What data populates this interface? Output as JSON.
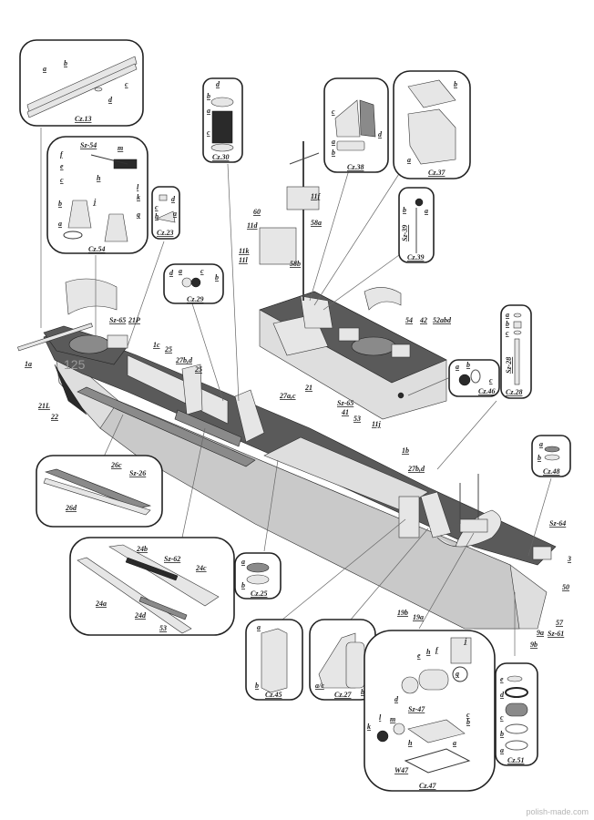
{
  "drawing": {
    "title": "Landing craft 125 - exploded assembly diagram",
    "hull_number": "125",
    "watermark": "polish-made.com",
    "callouts": {
      "1a": "1a",
      "1b": "1b",
      "1c": "1c",
      "3": "3",
      "9a": "9a",
      "9b": "9b",
      "11d": "11d",
      "11f": "11f",
      "11k": "11k",
      "11l": "11l",
      "11j": "11j",
      "19a": "19a",
      "19b": "19b",
      "21": "21",
      "21L": "21L",
      "21P": "21P",
      "22": "22",
      "25a": "25",
      "25b": "25",
      "27b_d_1": "27b,d",
      "27a_c": "27a,c",
      "27b_d_2": "27b,d",
      "41": "41",
      "42": "42",
      "50": "50",
      "52abd": "52abd",
      "53a": "53",
      "54": "54",
      "57": "57",
      "58a": "58a",
      "58b": "58b",
      "60": "60",
      "sz65a": "Sz-65",
      "sz65b": "Sz-65",
      "sz64": "Sz-64",
      "sz61": "Sz-61"
    },
    "insets": [
      {
        "id": "cz13",
        "caption": "Cz.13",
        "parts": [
          "a",
          "b",
          "c",
          "d"
        ]
      },
      {
        "id": "cz54",
        "caption": "Cz.54",
        "parts": [
          "Sz-54",
          "m",
          "f",
          "e",
          "c",
          "h",
          "j",
          "b",
          "a",
          "l",
          "k",
          "g"
        ]
      },
      {
        "id": "cz23",
        "caption": "Cz.23",
        "parts": [
          "d",
          "c",
          "b",
          "a"
        ]
      },
      {
        "id": "cz30",
        "caption": "Cz.30",
        "parts": [
          "d",
          "b",
          "a",
          "c"
        ]
      },
      {
        "id": "cz29",
        "caption": "Cz.29",
        "parts": [
          "d",
          "a",
          "c",
          "b"
        ]
      },
      {
        "id": "cz38",
        "caption": "Cz.38",
        "parts": [
          "c",
          "d",
          "a",
          "b"
        ]
      },
      {
        "id": "cz37",
        "caption": "Cz.37",
        "parts": [
          "b",
          "a"
        ]
      },
      {
        "id": "cz39",
        "caption": "Cz.39",
        "parts": [
          "b",
          "a",
          "Sz-39"
        ]
      },
      {
        "id": "cz46",
        "caption": "Cz.46",
        "parts": [
          "a",
          "b",
          "c"
        ]
      },
      {
        "id": "cz28",
        "caption": "Cz.28",
        "parts": [
          "a",
          "b",
          "c",
          "Sz-28"
        ]
      },
      {
        "id": "cz48",
        "caption": "Cz.48",
        "parts": [
          "a",
          "b"
        ]
      },
      {
        "id": "cz26",
        "caption": "",
        "parts": [
          "26c",
          "Sz-26",
          "26d"
        ]
      },
      {
        "id": "cz24",
        "caption": "",
        "parts": [
          "24b",
          "Sz-62",
          "24c",
          "24a",
          "24d",
          "53"
        ]
      },
      {
        "id": "cz25",
        "caption": "Cz.25",
        "parts": [
          "a",
          "b"
        ]
      },
      {
        "id": "cz45",
        "caption": "Cz.45",
        "parts": [
          "a",
          "b"
        ]
      },
      {
        "id": "cz27",
        "caption": "Cz.27",
        "parts": [
          "a/c",
          "b/d"
        ]
      },
      {
        "id": "cz47",
        "caption": "Cz.47",
        "parts": [
          "j",
          "e",
          "h",
          "f",
          "g",
          "d",
          "Sz-47",
          "c",
          "b",
          "m",
          "l",
          "k",
          "h",
          "a",
          "W47"
        ]
      },
      {
        "id": "cz51",
        "caption": "Cz.51",
        "parts": [
          "e",
          "d",
          "c",
          "b",
          "a"
        ]
      }
    ]
  }
}
